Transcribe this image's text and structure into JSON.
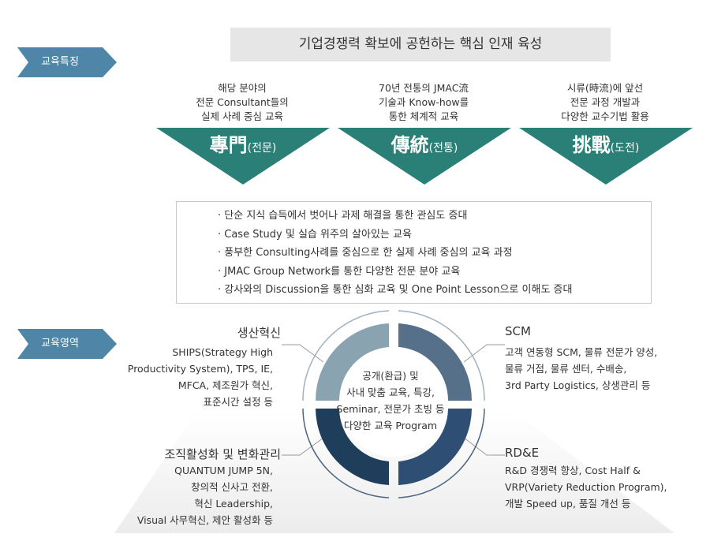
{
  "tags": {
    "features": "교육특징",
    "areas": "교육영역"
  },
  "headline": "기업경쟁력 확보에 공헌하는 핵심 인재 육성",
  "features": [
    {
      "desc": [
        "해당 분야의",
        "전문 Consultant들의",
        "실제 사례 중심 교육"
      ],
      "title": "專門",
      "title_sub": "(전문)"
    },
    {
      "desc": [
        "70년 전통의 JMAC流",
        "기술과 Know-how를",
        "통한 체계적 교육"
      ],
      "title": "傳統",
      "title_sub": "(전통)"
    },
    {
      "desc": [
        "시류(時流)에 앞선",
        "전문 과정 개발과",
        "다양한 교수기법 활용"
      ],
      "title": "挑戰",
      "title_sub": "(도전)"
    }
  ],
  "points": [
    "단순 지식 습득에서 벗어나 과제 해결을 통한 관심도 증대",
    "Case Study 및 실습 위주의 살아있는 교육",
    "풍부한 Consulting사례를 중심으로 한 실제 사례 중심의 교육 과정",
    "JMAC Group Network를 통한 다양한 전문 분야 교육",
    "강사와의 Discussion을 통한 심화 교육 및 One Point Lesson으로 이해도 증대"
  ],
  "center": [
    "공개(환급) 및",
    "사내 맞춤 교육, 특강,",
    "Seminar, 전문가 초빙 등",
    "다양한 교육 Program"
  ],
  "areas": {
    "top_left": {
      "title": "생산혁신",
      "desc": [
        "SHIPS(Strategy High",
        "Productivity System), TPS, IE,",
        "MFCA, 제조원가 혁신,",
        "표준시간 설정 등"
      ]
    },
    "top_right": {
      "title": "SCM",
      "desc": [
        "고객 연동형 SCM, 물류 전문가 양성,",
        "물류 거점, 물류 센터, 수배송,",
        "3rd Party Logistics, 상생관리 등"
      ]
    },
    "bottom_left": {
      "title": "조직활성화 및 변화관리",
      "desc": [
        "QUANTUM JUMP 5N,",
        "창의적 신사고 전환,",
        "혁신 Leadership,",
        "Visual 사무혁신, 제안 활성화 등"
      ]
    },
    "bottom_right": {
      "title": "RD&E",
      "desc": [
        "R&D 경쟁력 향상, Cost Half &",
        "VRP(Variety Reduction Program),",
        "개발 Speed up, 품질 개선 등"
      ]
    }
  },
  "colors": {
    "tag_blue": "#4f86a8",
    "teal": "#2a7f77",
    "seg_top_left": "#8aa3b1",
    "seg_top_right": "#57708a",
    "seg_bottom_left": "#1e3e5c",
    "seg_bottom_right": "#2e4f73"
  }
}
